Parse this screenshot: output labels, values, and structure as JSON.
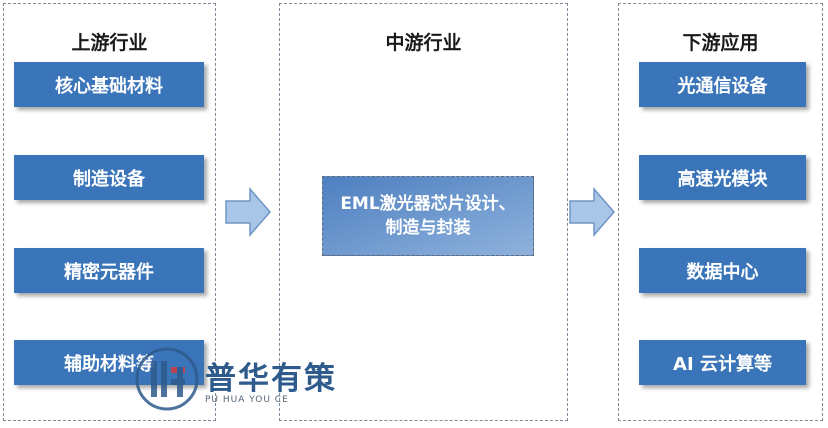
{
  "upstream": {
    "title": "上游行业",
    "items": [
      "核心基础材料",
      "制造设备",
      "精密元器件",
      "辅助材料等"
    ]
  },
  "midstream": {
    "title": "中游行业",
    "core_line1": "EML激光器芯片设计、",
    "core_line2": "制造与封装"
  },
  "downstream": {
    "title": "下游应用",
    "items": [
      "光通信设备",
      "高速光模块",
      "数据中心",
      "AI 云计算等"
    ]
  },
  "watermark": {
    "name_cn": "普华有策",
    "name_en": "PU HUA YOU CE"
  },
  "colors": {
    "box_blue": "#3a75b9",
    "arrow_fill": "#a8c6e8",
    "arrow_stroke": "#6f95c4"
  }
}
